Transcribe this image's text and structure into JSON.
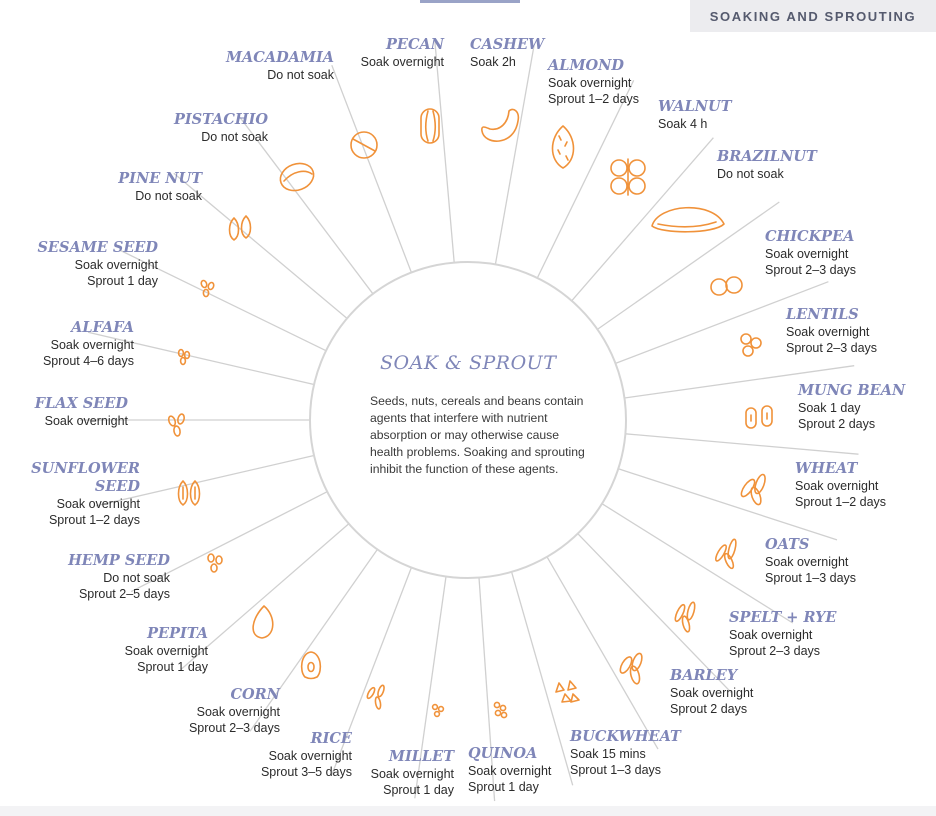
{
  "header": {
    "tag": "SOAKING AND SPROUTING"
  },
  "center": {
    "title": "SOAK & SPROUT",
    "description": "Seeds, nuts, cereals and beans contain agents that interfere with nutrient absorption or may otherwise cause health problems. Soaking and sprouting inhibit the function of these agents."
  },
  "colors": {
    "accent": "#7f86b8",
    "icon": "#f0923a",
    "spoke": "#d0d0d0",
    "ring": "#d5d5d5"
  },
  "items": [
    {
      "name": "PECAN",
      "lines": [
        "Soak overnight"
      ],
      "icon": "pecan-icon"
    },
    {
      "name": "CASHEW",
      "lines": [
        "Soak 2h"
      ],
      "icon": "cashew-icon"
    },
    {
      "name": "ALMOND",
      "lines": [
        "Soak overnight",
        "Sprout 1–2 days"
      ],
      "icon": "almond-icon"
    },
    {
      "name": "WALNUT",
      "lines": [
        "Soak 4 h"
      ],
      "icon": "walnut-icon"
    },
    {
      "name": "BRAZILNUT",
      "lines": [
        "Do not soak"
      ],
      "icon": "brazilnut-icon"
    },
    {
      "name": "CHICKPEA",
      "lines": [
        "Soak overnight",
        "Sprout 2–3 days"
      ],
      "icon": "chickpea-icon"
    },
    {
      "name": "LENTILS",
      "lines": [
        "Soak overnight",
        "Sprout 2–3 days"
      ],
      "icon": "lentils-icon"
    },
    {
      "name": "MUNG BEAN",
      "lines": [
        "Soak 1 day",
        "Sprout 2 days"
      ],
      "icon": "mung-bean-icon"
    },
    {
      "name": "WHEAT",
      "lines": [
        "Soak overnight",
        "Sprout 1–2 days"
      ],
      "icon": "wheat-icon"
    },
    {
      "name": "OATS",
      "lines": [
        "Soak overnight",
        "Sprout 1–3 days"
      ],
      "icon": "oats-icon"
    },
    {
      "name": "SPELT + RYE",
      "lines": [
        "Soak overnight",
        "Sprout 2–3 days"
      ],
      "icon": "spelt-rye-icon"
    },
    {
      "name": "BARLEY",
      "lines": [
        "Soak overnight",
        "Sprout 2 days"
      ],
      "icon": "barley-icon"
    },
    {
      "name": "BUCKWHEAT",
      "lines": [
        "Soak 15 mins",
        "Sprout 1–3 days"
      ],
      "icon": "buckwheat-icon"
    },
    {
      "name": "QUINOA",
      "lines": [
        "Soak overnight",
        "Sprout 1 day"
      ],
      "icon": "quinoa-icon"
    },
    {
      "name": "MILLET",
      "lines": [
        "Soak overnight",
        "Sprout 1 day"
      ],
      "icon": "millet-icon"
    },
    {
      "name": "RICE",
      "lines": [
        "Soak overnight",
        "Sprout 3–5 days"
      ],
      "icon": "rice-icon"
    },
    {
      "name": "CORN",
      "lines": [
        "Soak overnight",
        "Sprout 2–3 days"
      ],
      "icon": "corn-icon"
    },
    {
      "name": "PEPITA",
      "lines": [
        "Soak overnight",
        "Sprout 1 day"
      ],
      "icon": "pepita-icon"
    },
    {
      "name": "HEMP SEED",
      "lines": [
        "Do not soak",
        "Sprout 2–5 days"
      ],
      "icon": "hemp-seed-icon"
    },
    {
      "name": "SUNFLOWER SEED",
      "lines": [
        "Soak overnight",
        "Sprout 1–2 days"
      ],
      "icon": "sunflower-seed-icon"
    },
    {
      "name": "FLAX SEED",
      "lines": [
        "Soak overnight"
      ],
      "icon": "flax-seed-icon"
    },
    {
      "name": "ALFAFA",
      "lines": [
        "Soak overnight",
        "Sprout 4–6 days"
      ],
      "icon": "alfafa-icon"
    },
    {
      "name": "SESAME SEED",
      "lines": [
        "Soak overnight",
        "Sprout 1 day"
      ],
      "icon": "sesame-seed-icon"
    },
    {
      "name": "PINE NUT",
      "lines": [
        "Do not soak"
      ],
      "icon": "pine-nut-icon"
    },
    {
      "name": "PISTACHIO",
      "lines": [
        "Do not soak"
      ],
      "icon": "pistachio-icon"
    },
    {
      "name": "MACADAMIA",
      "lines": [
        "Do not soak"
      ],
      "icon": "macadamia-icon"
    }
  ]
}
